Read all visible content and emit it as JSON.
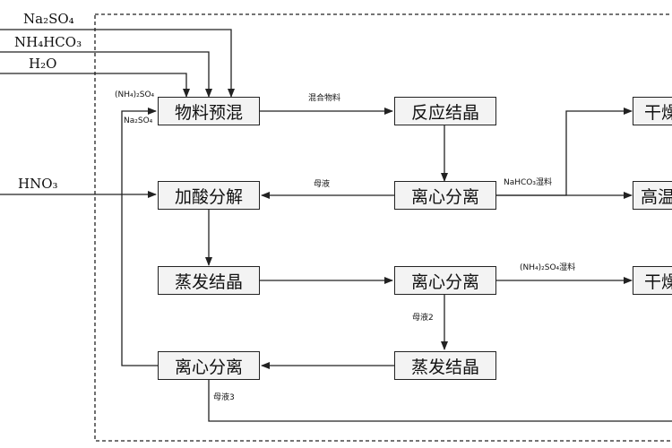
{
  "inputs": {
    "na2so4": "Na₂SO₄",
    "nh4hco3": "NH₄HCO₃",
    "h2o": "H₂O",
    "hno3": "HNO₃"
  },
  "recycle": {
    "nh4_2so4": "(NH₄)₂SO₄",
    "na2so4": "Na₂SO₄"
  },
  "boxes": {
    "premix": "物料预混",
    "reaction_crystal": "反应结晶",
    "centrifuge_1": "离心分离",
    "acid_decompose": "加酸分解",
    "evaporate_1": "蒸发结晶",
    "centrifuge_2": "离心分离",
    "centrifuge_3": "离心分离",
    "evaporate_2": "蒸发结晶",
    "dry_1": "干燥",
    "high_1": "高温",
    "dry_2": "干燥"
  },
  "flows": {
    "mixed_material": "混合物料",
    "mother_liquor_1": "母液",
    "nahco3_wet": "NaHCO₃湿料",
    "nh4_2so4_wet": "(NH₄)₂SO₄湿料",
    "mother_liquor_2": "母液2",
    "mother_liquor_3": "母液3"
  }
}
